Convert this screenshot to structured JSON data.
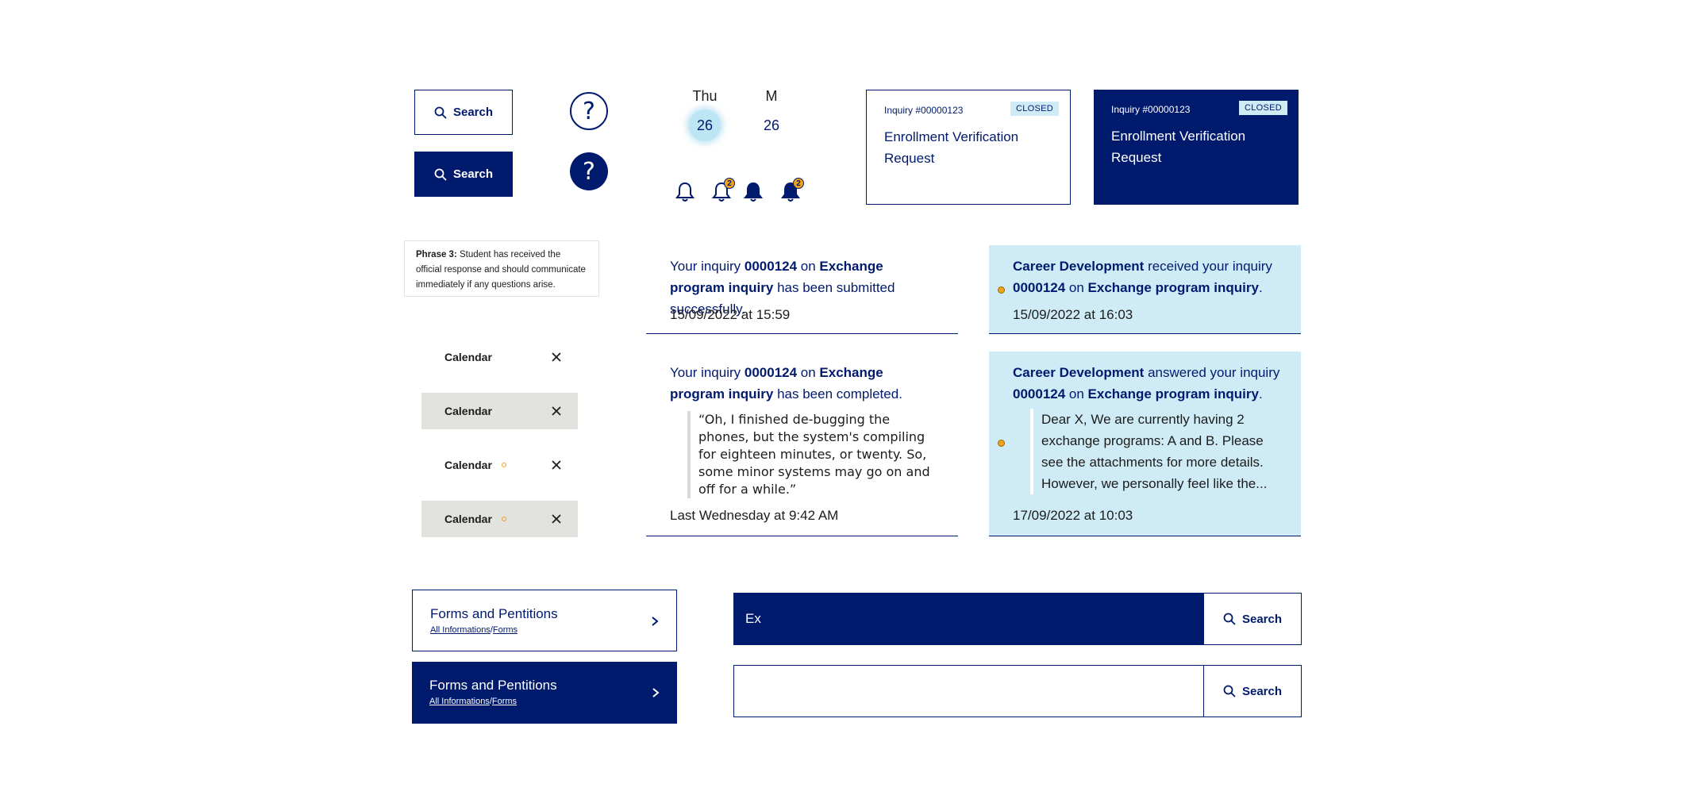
{
  "search_buttons": {
    "outline_label": "Search",
    "filled_label": "Search"
  },
  "help": {
    "outline_glyph": "?",
    "filled_glyph": "?"
  },
  "date_picker": {
    "days": [
      {
        "dow": "Thu",
        "day": "26",
        "selected": true
      },
      {
        "dow": "M",
        "day": "26",
        "selected": false
      }
    ]
  },
  "bells": [
    {
      "badge": ""
    },
    {
      "badge": "2"
    },
    {
      "badge": ""
    },
    {
      "badge": "2"
    }
  ],
  "cards": [
    {
      "id": "Inquiry #00000123",
      "status": "CLOSED",
      "title": "Enrollment Verification Request"
    },
    {
      "id": "Inquiry #00000123",
      "status": "CLOSED",
      "title": "Enrollment Verification Request"
    }
  ],
  "phrase": {
    "label": "Phrase 3:",
    "text": "Student has received the official response and should communicate immediately if any questions arise."
  },
  "chips": [
    {
      "label": "Calendar"
    },
    {
      "label": "Calendar"
    },
    {
      "label": "Calendar"
    },
    {
      "label": "Calendar"
    }
  ],
  "notifications": {
    "n1": {
      "p1": "Your inquiry ",
      "b1": "0000124",
      "p2": " on ",
      "b2": "Exchange program inquiry",
      "p3": " has been submitted successfully.",
      "time": "15/09/2022 at 15:59"
    },
    "n2": {
      "b1": "Career Development",
      "p1": " received your inquiry ",
      "b2": "0000124",
      "p2": " on ",
      "b3": "Exchange program inquiry",
      "p3": ".",
      "time": "15/09/2022 at 16:03"
    },
    "n3": {
      "p1": "Your inquiry ",
      "b1": "0000124",
      "p2": " on ",
      "b2": "Exchange program inquiry",
      "p3": " has been completed.",
      "quote": "“Oh, I finished de-bugging the phones, but the system's compiling for eighteen minutes, or twenty.  So, some minor systems may go on and off for a while.”",
      "time": "Last Wednesday at 9:42 AM"
    },
    "n4": {
      "b1": "Career Development",
      "p1": " answered your inquiry ",
      "b2": "0000124",
      "p2": " on ",
      "b3": "Exchange program inquiry",
      "p3": ".",
      "quote": "Dear X, We are currently having 2 exchange programs: A and B. Please see the attachments for more details. However, we personally feel like the...",
      "time": "17/09/2022 at 10:03"
    }
  },
  "forms_links": [
    {
      "title": "Forms and Pentitions",
      "crumb1": "All Informations",
      "sep": "/",
      "crumb2": "Forms"
    },
    {
      "title": "Forms and Pentitions",
      "crumb1": "All Informations",
      "sep": "/",
      "crumb2": "Forms"
    }
  ],
  "search_bars": [
    {
      "value": "Ex",
      "button": "Search"
    },
    {
      "value": "",
      "button": "Search"
    }
  ],
  "colors": {
    "navy": "#001a6e",
    "light_blue": "#cfecf6",
    "orange": "#f0a21a",
    "gray_chip": "#e2e2df"
  }
}
